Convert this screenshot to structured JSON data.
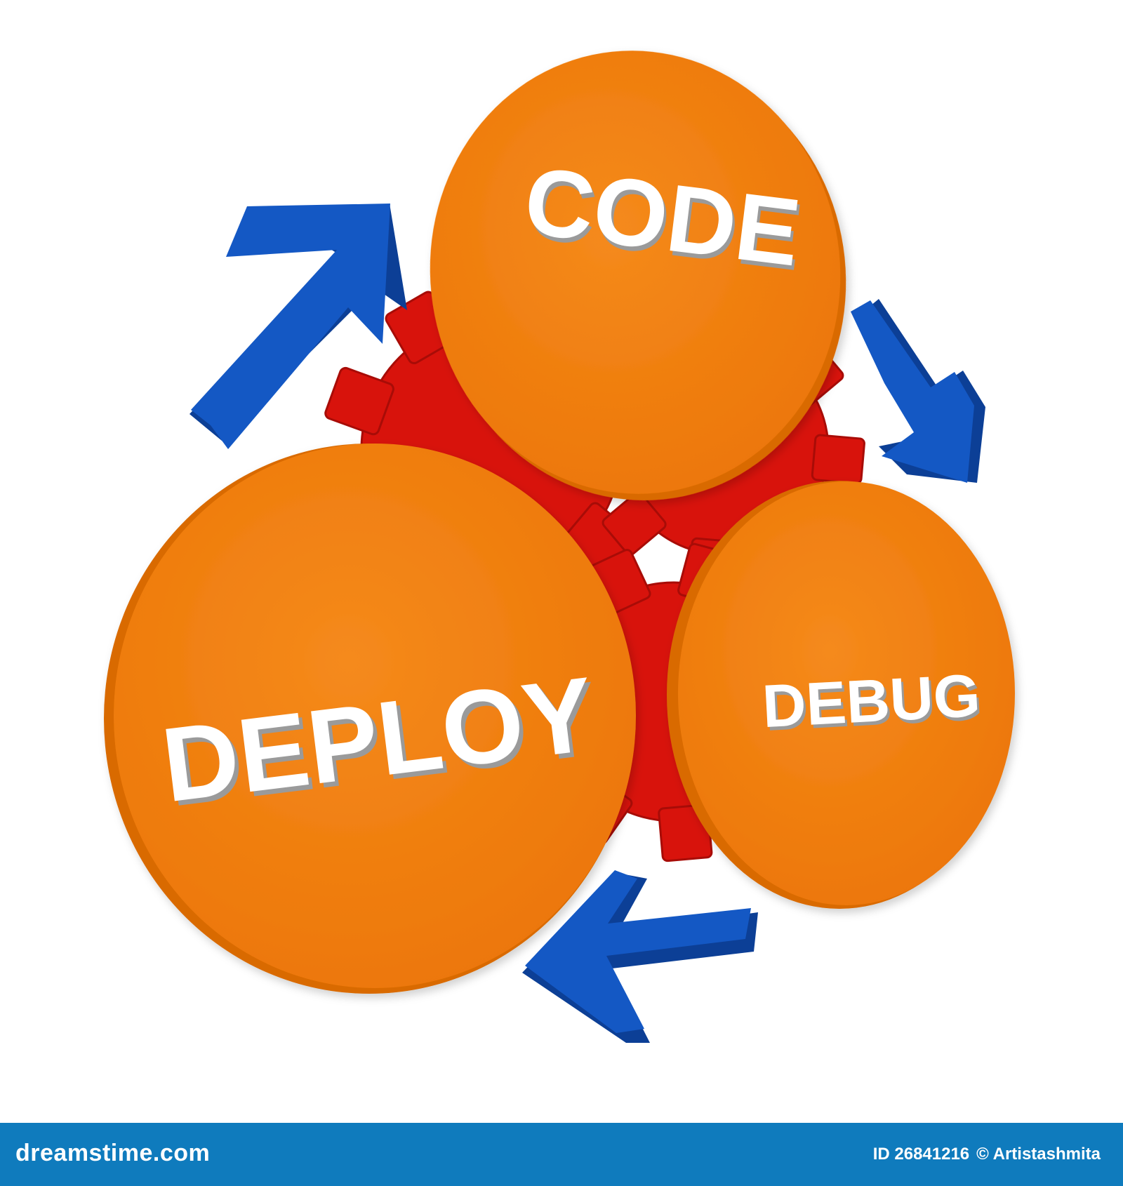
{
  "diagram": {
    "nodes": [
      {
        "id": "code",
        "label": "CODE"
      },
      {
        "id": "debug",
        "label": "DEBUG"
      },
      {
        "id": "deploy",
        "label": "DEPLOY"
      }
    ],
    "cycle": [
      "code",
      "debug",
      "deploy"
    ],
    "colors": {
      "disc": "#f07f0c",
      "disc_edge": "#d96a00",
      "gear": "#d8130c",
      "arrow": "#1458c4",
      "arrow_dark": "#0c3f96",
      "label": "#ffffff"
    }
  },
  "footer": {
    "brand": "dreamstime.com",
    "image_id": "ID 26841216",
    "author": "© Artistashmita",
    "bar_color": "#0f7bbd"
  }
}
